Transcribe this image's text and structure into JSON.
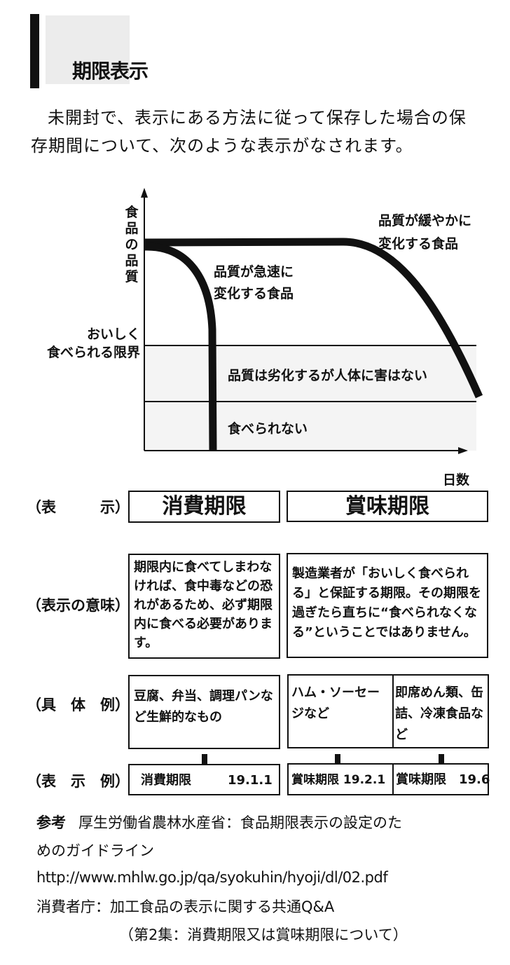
{
  "header": {
    "title": "期限表示"
  },
  "intro": {
    "line1": "未開封で、表示にある方法に従って保存した場合の保",
    "line2": "存期間について、次のような表示がなされます。"
  },
  "diagram": {
    "y_axis_label": "食品の品質",
    "x_axis_label": "日数",
    "limit_label_line1": "おいしく",
    "limit_label_line2": "食べられる限界",
    "slow_curve_label_line1": "品質が緩やかに",
    "slow_curve_label_line2": "変化する食品",
    "fast_curve_label_line1": "品質が急速に",
    "fast_curve_label_line2": "変化する食品",
    "zone_middle": "品質は劣化するが人体に害はない",
    "zone_bottom": "食べられない"
  },
  "table": {
    "row_labels": [
      "（表　　　示）",
      "（表示の意味）",
      "（具　体　例）",
      "（表　示　例）"
    ],
    "consume": {
      "heading": "消費期限",
      "meaning": "期限内に食べてしまわなければ、食中毒などの恐れがあるため、必ず期限内に食べる必要があります。",
      "example": "豆腐、弁当、調理パンなど生鮮的なもの",
      "display_label": "消費期限",
      "display_date": "19.1.1"
    },
    "best_before": {
      "heading": "賞味期限",
      "meaning": "製造業者が「おいしく食べられる」と保証する期限。その期限を過ぎたら直ちに“食べられなくなる”ということではありません。",
      "example_a": "ハム・ソーセージなど",
      "example_b": "即席めん類、缶詰、冷凍食品など",
      "display_a": "賞味期限 19.2.1",
      "display_b_label": "賞味期限",
      "display_b_date": "19.6"
    }
  },
  "references": {
    "label": "参考",
    "line1": "厚生労働省農林水産省：食品期限表示の設定のた",
    "line2": "めのガイドライン",
    "url": "http://www.mhlw.go.jp/qa/syokuhin/hyoji/dl/02.pdf",
    "line4": "消費者庁：加工食品の表示に関する共通Q&A",
    "line5": "（第2集：消費期限又は賞味期限について）"
  }
}
